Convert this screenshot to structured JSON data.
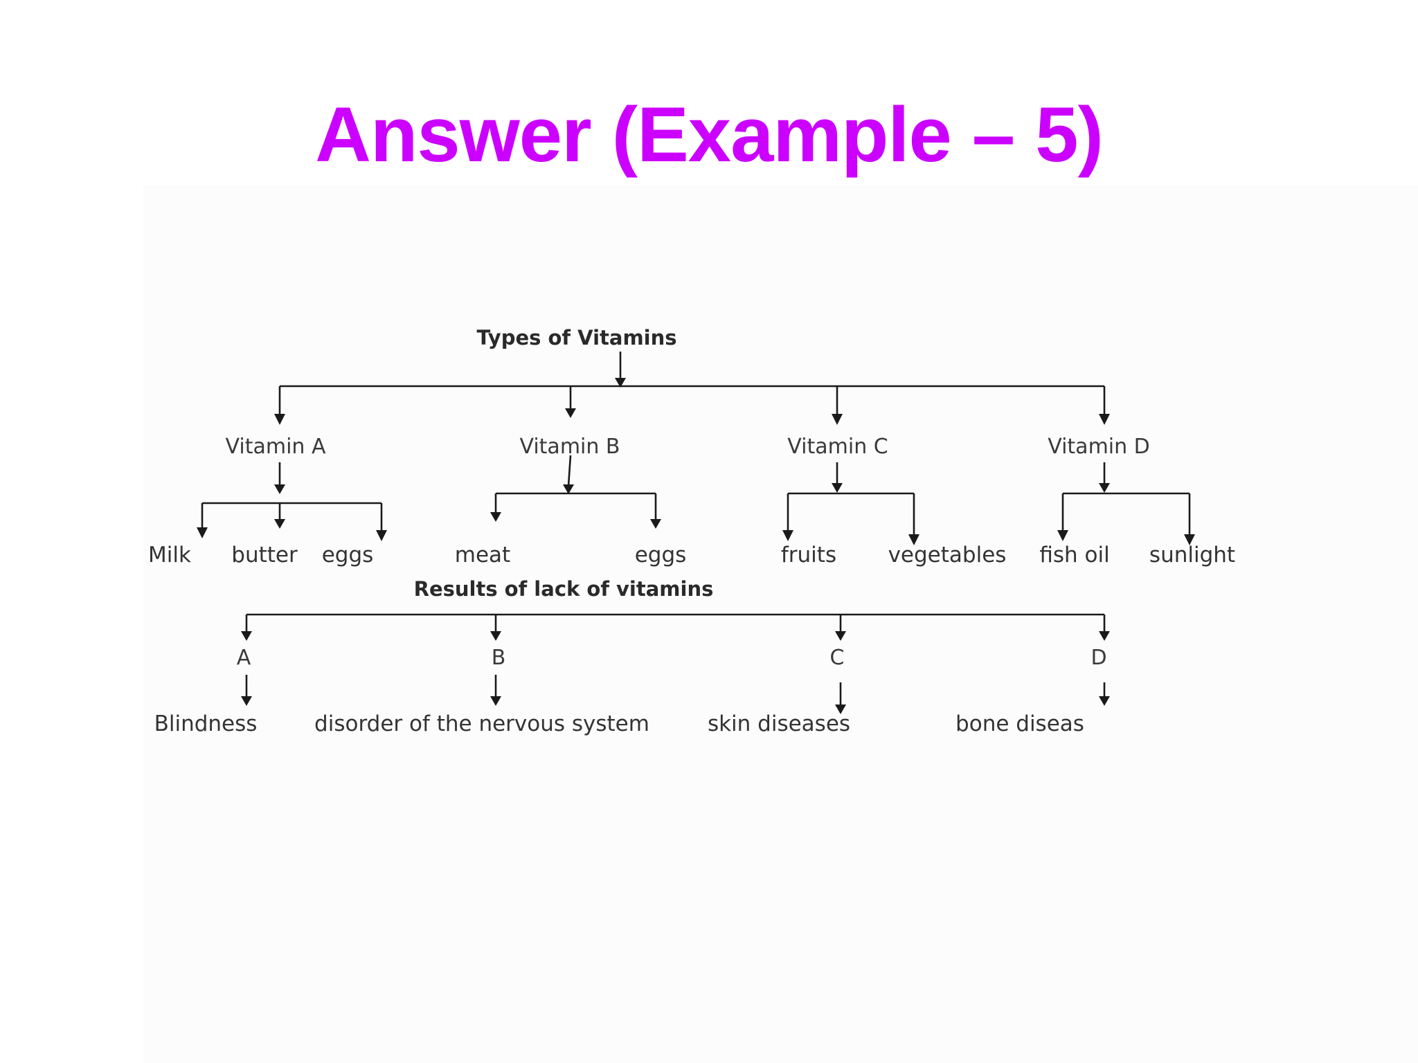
{
  "colors": {
    "title": "#cc00ff",
    "ink": "#1a1a1a"
  },
  "slide": {
    "title": "Answer (Example – 5)"
  },
  "diagram": {
    "root": "Types of Vitamins",
    "vitamins": [
      {
        "name": "Vitamin A",
        "sources": [
          "Milk",
          "butter",
          "eggs"
        ]
      },
      {
        "name": "Vitamin B",
        "sources": [
          "meat",
          "eggs"
        ]
      },
      {
        "name": "Vitamin C",
        "sources": [
          "fruits",
          "vegetables"
        ]
      },
      {
        "name": "Vitamin D",
        "sources": [
          "fish oil",
          "sunlight"
        ]
      }
    ],
    "results_title": "Results of lack of vitamins",
    "deficiencies": [
      {
        "letter": "A",
        "result": "Blindness"
      },
      {
        "letter": "B",
        "result": "disorder of the nervous system"
      },
      {
        "letter": "C",
        "result": "skin diseases"
      },
      {
        "letter": "D",
        "result": "bone diseas"
      }
    ]
  }
}
